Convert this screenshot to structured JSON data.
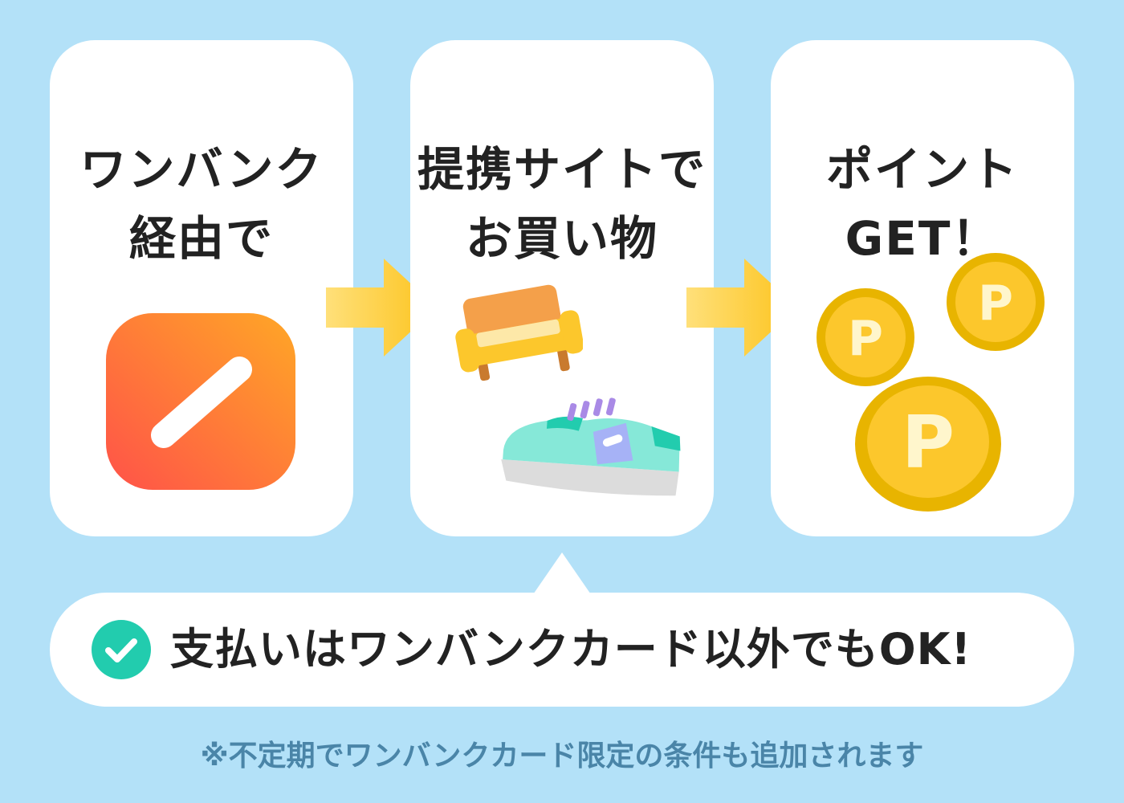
{
  "steps": [
    {
      "title_line1": "ワンバンク",
      "title_line2": "経由で",
      "icon": "app-icon"
    },
    {
      "title_line1": "提携サイトで",
      "title_line2": "お買い物",
      "icons": [
        "sofa-icon",
        "sneaker-icon"
      ]
    },
    {
      "title_line1": "ポイント",
      "title_line2": "GET！",
      "icon": "coin-icon",
      "coin_label": "P"
    }
  ],
  "note": {
    "text": "支払いはワンバンクカード以外でもOK!",
    "icon": "check-circle-icon"
  },
  "footnote": "※不定期でワンバンクカード限定の条件も追加されます",
  "colors": {
    "background": "#b3e1f8",
    "card": "#ffffff",
    "arrow": "#fcc72c",
    "app_gradient_start": "#ff5249",
    "app_gradient_end": "#ffa726",
    "coin": "#fcc72c",
    "coin_rim": "#e8b400",
    "check": "#22ccae",
    "footnote": "#4a85a8"
  }
}
